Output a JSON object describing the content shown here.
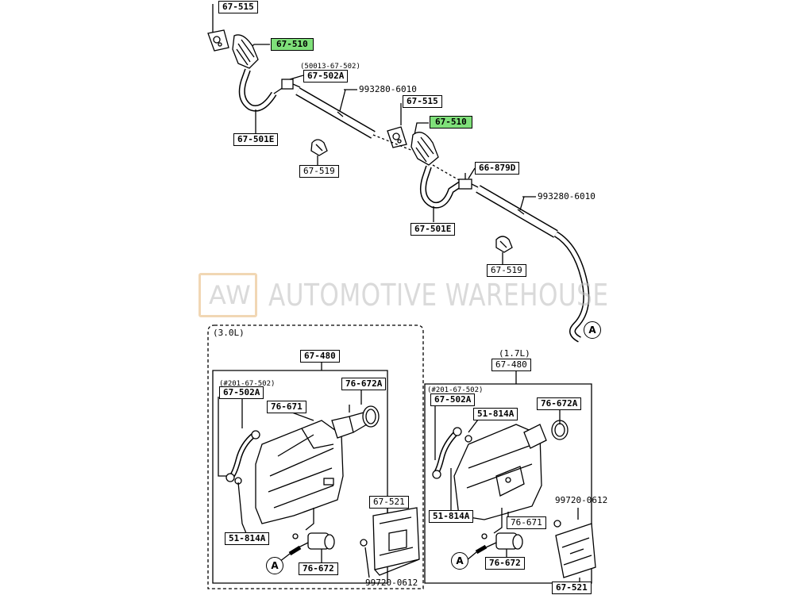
{
  "watermark": {
    "logo": "AW",
    "text": "AUTOMOTIVE WAREHOUSE"
  },
  "labels": {
    "l_67515_top": "67-515",
    "l_67510_top": "67-510",
    "l_50013": "(50013-67-502)",
    "l_67502A_top": "67-502A",
    "l_993280_top": "993280-6010",
    "l_67515_mid": "67-515",
    "l_67510_mid": "67-510",
    "l_67501E_left": "67-501E",
    "l_67519_left": "67-519",
    "l_66879D": "66-879D",
    "l_993280_mid": "993280-6010",
    "l_67501E_mid": "67-501E",
    "l_67519_mid": "67-519",
    "l_3dl": "(3.0L)",
    "l_67480_left": "67-480",
    "l_201_left": "(#201-67-502)",
    "l_67502A_left": "67-502A",
    "l_76672A_left": "76-672A",
    "l_76671_left": "76-671",
    "l_67521_left": "67-521",
    "l_51814A_left": "51-814A",
    "l_76672_left": "76-672",
    "l_99720_left": "99720-0612",
    "l_17l": "(1.7L)",
    "l_67480_right": "67-480",
    "l_201_right": "(#201-67-502)",
    "l_67502A_right": "67-502A",
    "l_51814A_r1": "51-814A",
    "l_76672A_right": "76-672A",
    "l_99720_right": "99720-0612",
    "l_51814A_r2": "51-814A",
    "l_76671_right": "76-671",
    "l_76672_right": "76-672",
    "l_67521_right": "67-521",
    "marker_A": "A"
  },
  "colors": {
    "highlight": "#7fe07a",
    "line": "#000000",
    "watermark": "#bdbdbd",
    "logo_border": "#e6b777"
  }
}
